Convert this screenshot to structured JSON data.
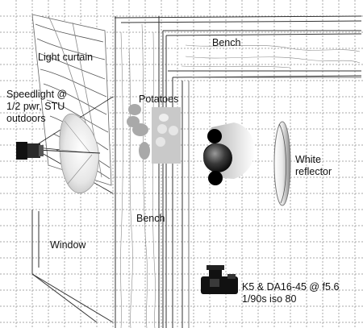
{
  "labels": {
    "light_curtain": "Light curtain",
    "speedlight": "Speedlight @\n1/2 pwr, STU\noutdoors",
    "potatoes": "Potatoes",
    "bench_top": "Bench",
    "bench_middle": "Bench",
    "white_reflector": "White\nreflector",
    "window": "Window",
    "camera": "K5 & DA16-45 @ f5.6\n1/90s iso 80"
  },
  "colors": {
    "grid": "#a9a9a9",
    "ink": "#111111",
    "potatoes_tray": "#c9c9c9",
    "potato": "#a9a9a9"
  },
  "icons": {
    "speedlight": "flash-icon",
    "umbrella": "umbrella-icon",
    "subject": "sphere-icon",
    "reflector": "reflector-disc-icon",
    "camera": "camera-icon"
  }
}
